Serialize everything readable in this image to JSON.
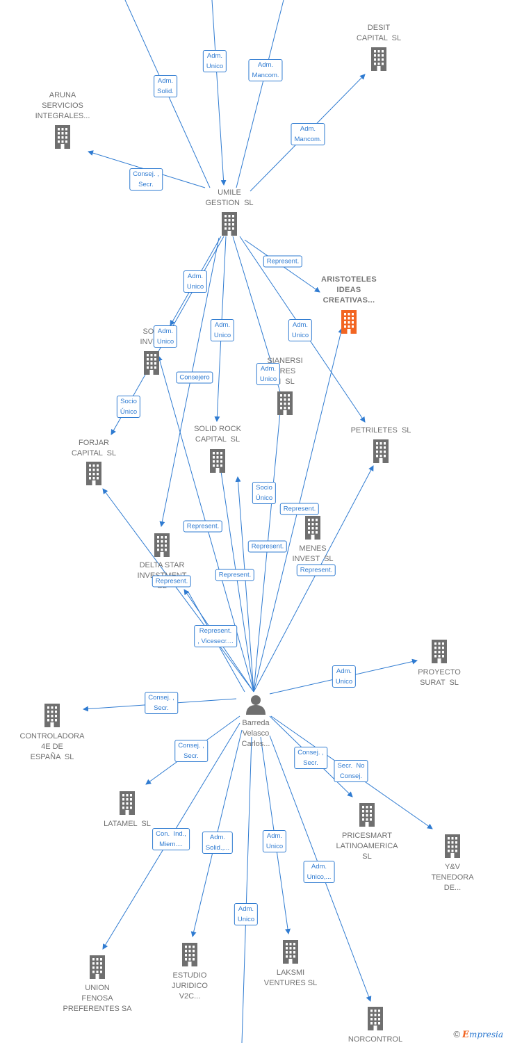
{
  "colors": {
    "edge": "#2f7bd1",
    "building": "#6f6f6f",
    "highlight": "#f26522"
  },
  "nodes": [
    {
      "id": "umile",
      "label": "UMILE\nGESTION  SL",
      "icon": "building-icon"
    },
    {
      "id": "desit",
      "label": "DESIT\nCAPITAL  SL",
      "icon": "building-icon"
    },
    {
      "id": "aruna",
      "label": "ARUNA\nSERVICIOS\nINTEGRALES...",
      "icon": "building-icon"
    },
    {
      "id": "aristoteles",
      "label": "ARISTOTELES\nIDEAS\nCREATIVAS...",
      "icon": "building-icon",
      "highlight": true
    },
    {
      "id": "som",
      "label": "SOM\nINVES",
      "icon": "building-icon"
    },
    {
      "id": "sianersi",
      "label": "SIANERSI\nURES\nN  SL",
      "icon": "building-icon"
    },
    {
      "id": "forjar",
      "label": "FORJAR\nCAPITAL  SL",
      "icon": "building-icon"
    },
    {
      "id": "solidrock",
      "label": "SOLID ROCK\nCAPITAL  SL",
      "icon": "building-icon"
    },
    {
      "id": "petriletes",
      "label": "PETRILETES  SL",
      "icon": "building-icon"
    },
    {
      "id": "menes",
      "label": "MENES\nINVEST  SL",
      "icon": "building-icon"
    },
    {
      "id": "deltastar",
      "label": "DELTA STAR\nINVESTMENT\nSL",
      "icon": "building-icon"
    },
    {
      "id": "proyecto",
      "label": "PROYECTO\nSURAT  SL",
      "icon": "building-icon"
    },
    {
      "id": "controladora",
      "label": "CONTROLADORA\n4E DE\nESPAÑA  SL",
      "icon": "building-icon"
    },
    {
      "id": "person",
      "label": "Barreda\nVelasco\nCarlos...",
      "icon": "person-icon"
    },
    {
      "id": "latamel",
      "label": "LATAMEL  SL",
      "icon": "building-icon"
    },
    {
      "id": "pricesmart",
      "label": "PRICESMART\nLATINOAMERICA\nSL",
      "icon": "building-icon"
    },
    {
      "id": "yv",
      "label": "Y&V\nTENEDORA\nDE...",
      "icon": "building-icon"
    },
    {
      "id": "union",
      "label": "UNION\nFENOSA\nPREFERENTES SA",
      "icon": "building-icon"
    },
    {
      "id": "estudio",
      "label": "ESTUDIO\nJURIDICO\nV2C...",
      "icon": "building-icon"
    },
    {
      "id": "laksmi",
      "label": "LAKSMI\nVENTURES SL",
      "icon": "building-icon"
    },
    {
      "id": "norcontrol",
      "label": "NORCONTROL",
      "icon": "building-icon"
    }
  ],
  "edge_labels": [
    "Adm.\nUnico",
    "Adm.\nSolid.",
    "Adm.\nMancom.",
    "Adm.\nMancom.",
    "Consej. ,\nSecr.",
    "Represent.",
    "Adm.\nUnico",
    "Adm.\nUnico",
    "Adm.\nUnico",
    "Adm.\nUnico",
    "Consejero",
    "Adm.\nUnico",
    "Socio\nÚnico",
    "Socio\nÚnico",
    "Represent.",
    "Represent.",
    "Represent.",
    "Represent.",
    "Represent.",
    "Represent.",
    "Represent.\n, Vicesecr....",
    "Adm.\nUnico",
    "Consej. ,\nSecr.",
    "Consej. ,\nSecr.",
    "Consej. ,\nSecr.",
    "Secr.  No\nConsej.",
    "Con.  Ind.,\nMiem....",
    "Adm.\nSolid.,...",
    "Adm.\nUnico",
    "Adm.\nUnico,...",
    "Adm.\nUnico"
  ],
  "footer": {
    "copyright": "©",
    "brand_first": "E",
    "brand_rest": "mpresia"
  }
}
